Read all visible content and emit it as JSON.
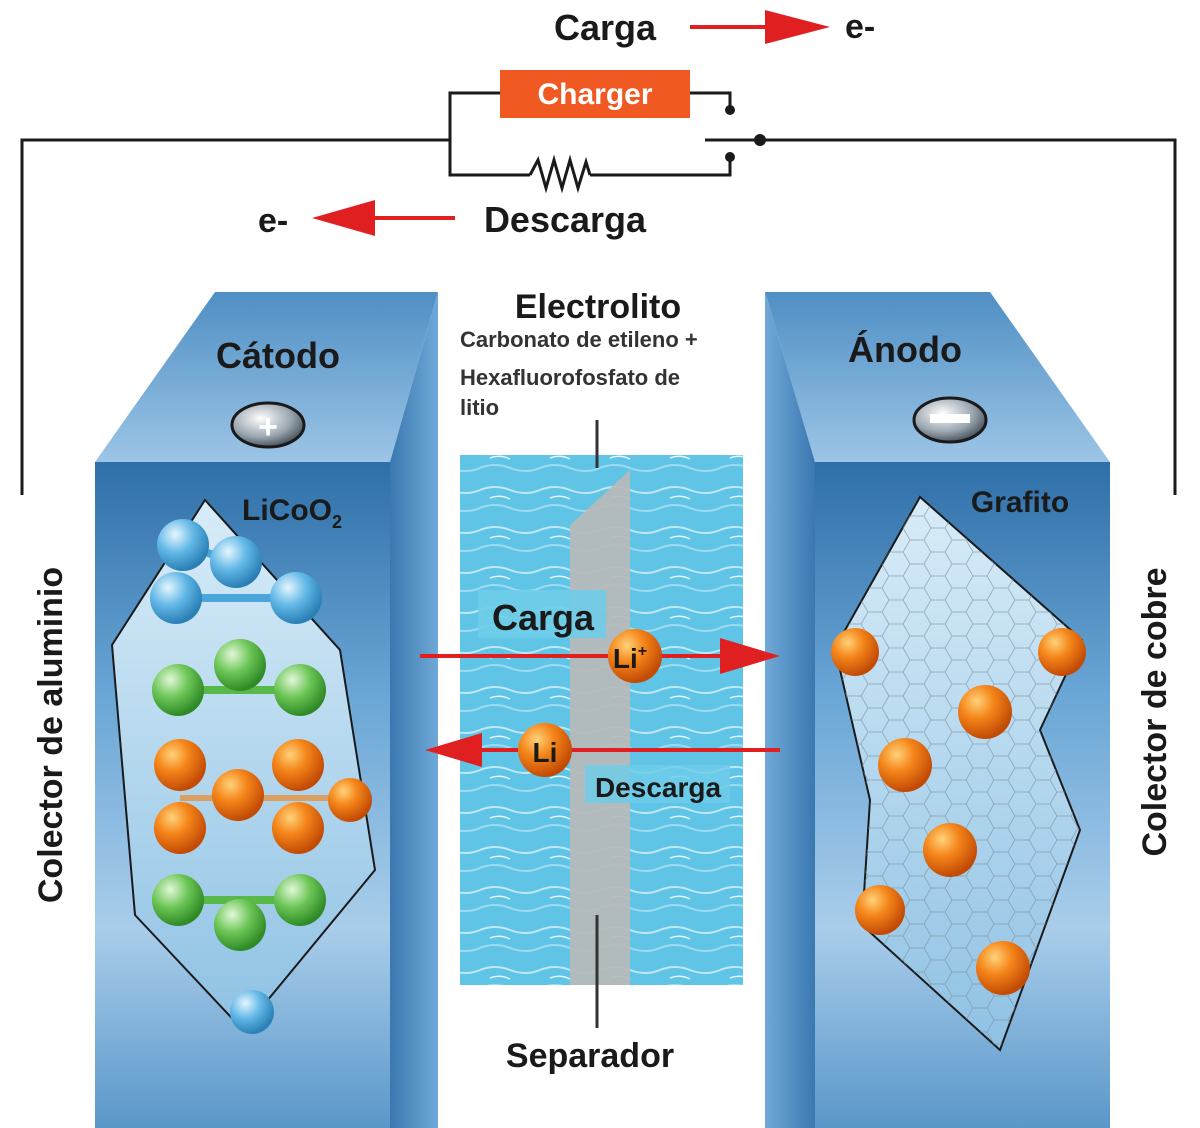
{
  "circuit": {
    "charge_label": "Carga",
    "charge_electron": "e-",
    "discharge_label": "Descarga",
    "discharge_electron": "e-",
    "charger_label": "Charger"
  },
  "cathode": {
    "title": "Cátodo",
    "sign": "+",
    "material_main": "LiCoO",
    "material_sub": "2",
    "collector_label": "Colector de aluminio"
  },
  "anode": {
    "title": "Ánodo",
    "sign": "−",
    "material": "Grafito",
    "collector_label": "Colector de cobre"
  },
  "electrolyte": {
    "title": "Electrolito",
    "line1": "Carbonato de etileno +",
    "line2": "Hexafluorofosfato de",
    "line3": "litio",
    "separator_label": "Separador",
    "charge_label": "Carga",
    "discharge_label": "Descarga",
    "ion_charge_symbol": "Li",
    "ion_charge_sup": "+",
    "ion_discharge_symbol": "Li"
  },
  "colors": {
    "wire": "#1a1a1a",
    "arrow": "#e02020",
    "charger": "#f05a22",
    "electrode_face": "#4f8fc4",
    "electrode_top": "#7fb2dc",
    "electrolyte": "#56bde0",
    "separator": "#b8b8b8",
    "lithium": "#f07a10",
    "cobalt": "#52b0e0",
    "oxygen": "#5cbf4a"
  },
  "icons": {
    "resistor": "resistor-icon",
    "switch": "switch-icon",
    "plus_terminal": "plus-terminal-icon",
    "minus_terminal": "minus-terminal-icon"
  }
}
